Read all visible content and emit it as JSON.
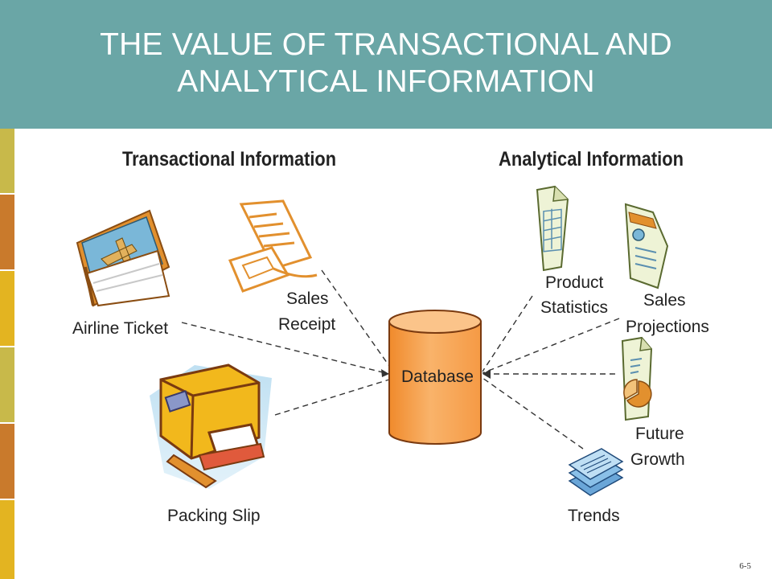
{
  "slide": {
    "title": "THE VALUE OF TRANSACTIONAL AND ANALYTICAL INFORMATION",
    "page_number": "6-5"
  },
  "theme": {
    "header_color": "#6aa6a6",
    "stripe_colors": [
      "#c8b94a",
      "#c97a2c",
      "#e3b421",
      "#c8b94a",
      "#c97a2c",
      "#e3b421"
    ],
    "database_color": "#f6a65a"
  },
  "diagram": {
    "transactional_heading": "Transactional Information",
    "analytical_heading": "Analytical Information",
    "database_label": "Database",
    "sources": {
      "airline_ticket": "Airline Ticket",
      "sales_receipt": [
        "Sales",
        "Receipt"
      ],
      "packing_slip": "Packing Slip"
    },
    "outputs": {
      "product_statistics": [
        "Product",
        "Statistics"
      ],
      "sales_projections": [
        "Sales",
        "Projections"
      ],
      "future_growth": [
        "Future",
        "Growth"
      ],
      "trends": "Trends"
    },
    "icons": {
      "airline_ticket": "airline-ticket-icon",
      "sales_receipt": "receipt-icon",
      "packing_slip": "package-icon",
      "database": "database-cylinder-icon",
      "product_statistics": "spreadsheet-document-icon",
      "sales_projections": "chart-document-icon",
      "future_growth": "pie-chart-document-icon",
      "trends": "stacked-papers-icon"
    }
  }
}
